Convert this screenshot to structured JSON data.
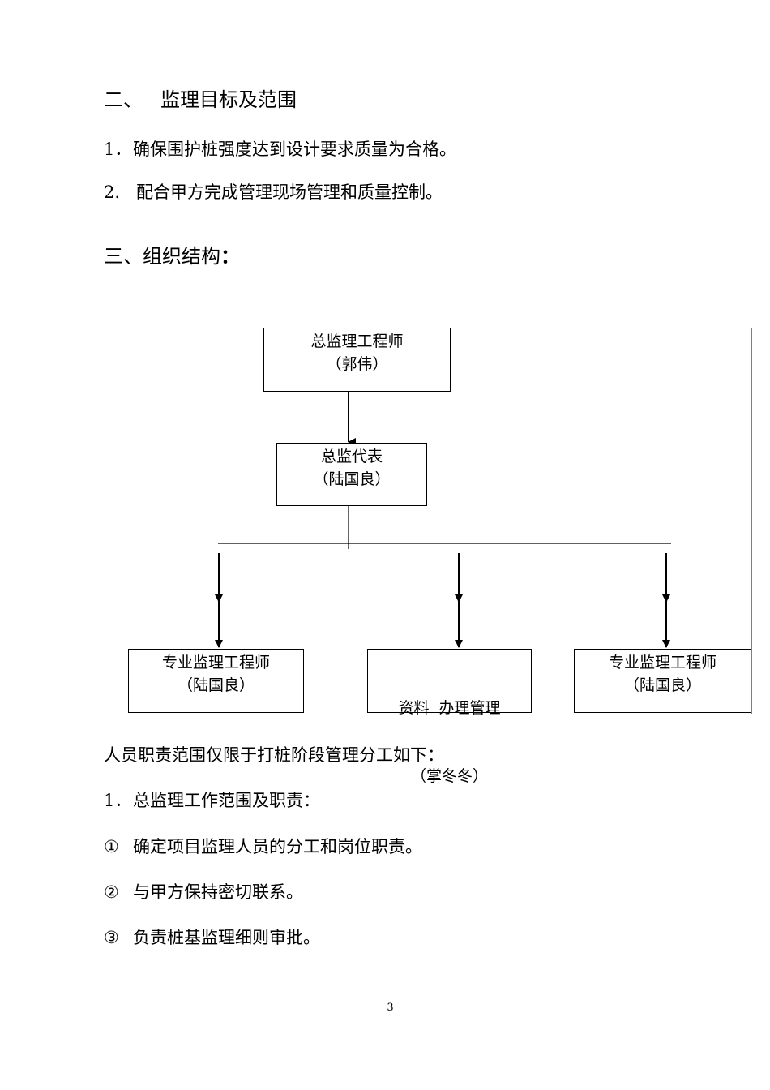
{
  "section2": {
    "number": "二、",
    "title": "监理目标及范围",
    "items": [
      {
        "num": "1．",
        "text": "确保围护桩强度达到设计要求质量为合格。"
      },
      {
        "num": "2.",
        "text": "配合甲方完成管理现场管理和质量控制。"
      }
    ]
  },
  "section3": {
    "title": "三、组织结构",
    "colon": "："
  },
  "org": {
    "chief": {
      "title": "总监理工程师",
      "name": "（郭伟）"
    },
    "deputy": {
      "title": "总监代表",
      "name": "（陆国良）"
    },
    "left": {
      "title": "专业监理工程师",
      "name": "（陆国良）"
    },
    "middle": {
      "title": "资料  办理管理",
      "name": "（掌冬冬）"
    },
    "right": {
      "title": "专业监理工程师",
      "name": "（陆国良）"
    }
  },
  "duties": {
    "intro": "人员职责范围仅限于打桩阶段管理分工如下：",
    "sub_heading": {
      "num": "1．",
      "text": "总监理工作范围及职责："
    },
    "items": [
      {
        "num": "①",
        "text": "确定项目监理人员的分工和岗位职责。"
      },
      {
        "num": "②",
        "text": "与甲方保持密切联系。"
      },
      {
        "num": "③",
        "text": "负责桩基监理细则审批。"
      }
    ]
  },
  "page_number": "3"
}
